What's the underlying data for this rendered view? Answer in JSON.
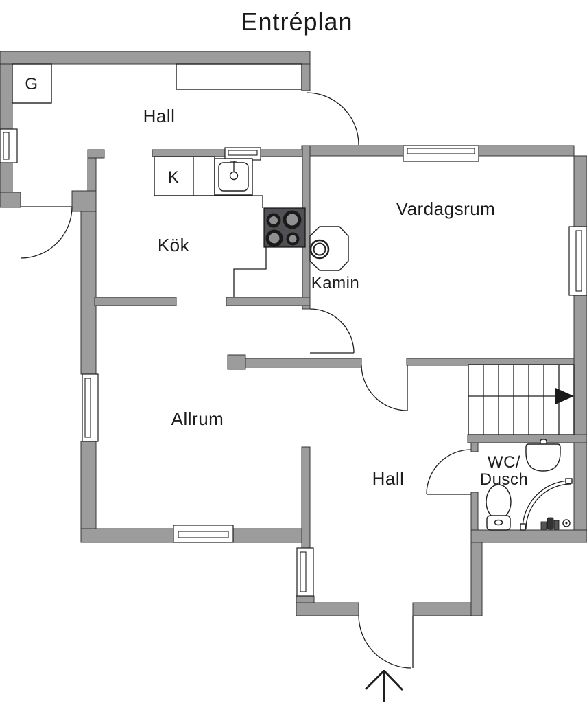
{
  "title": "Entréplan",
  "labels": {
    "hall_upper": "Hall",
    "kok": "Kök",
    "vardagsrum": "Vardagsrum",
    "kamin": "Kamin",
    "allrum": "Allrum",
    "hall_lower": "Hall",
    "wc_line1": "WC/",
    "wc_line2": "Dusch",
    "wardrobe_g": "G",
    "fridge_k": "K"
  },
  "fixtures": {
    "kitchen": [
      "fridge-box",
      "kitchen-sink",
      "stove-four-burners",
      "counter"
    ],
    "living": [
      "fireplace-kamin"
    ],
    "bathroom": [
      "toilet",
      "washbasin",
      "corner-shower",
      "floor-drain"
    ],
    "circulation": [
      "staircase-up-arrow",
      "entry-door-arrow"
    ]
  },
  "stairs": {
    "treads": 7,
    "arrow_direction": "right"
  },
  "counts": {
    "windows": 7,
    "door_swings": 6
  },
  "colors": {
    "background": "#ffffff",
    "wall": "#9c9c9c",
    "wall_outline": "#333333",
    "line": "#1f1f1f",
    "stove": "#515155",
    "burner_ring": "#1a1a1a",
    "burner_center": "#909090",
    "text": "#1c1c1c"
  }
}
